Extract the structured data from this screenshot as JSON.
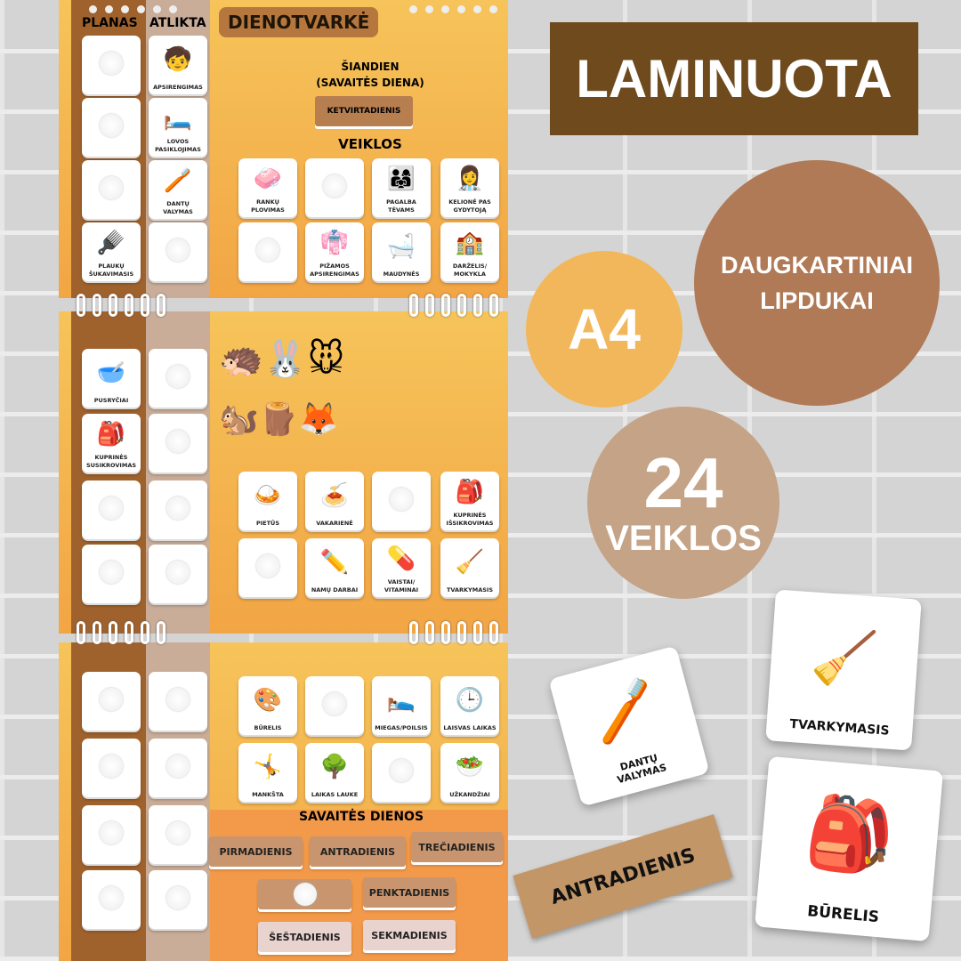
{
  "board": {
    "headers": {
      "plan": "PLANAS",
      "done": "ATLIKTA"
    },
    "title": "DIENOTVARKĖ",
    "today_label": "ŠIANDIEN\n(SAVAITĖS DIENA)",
    "today_value": "KETVIRTADIENIS",
    "activities_heading": "VEIKLOS",
    "weekdays_heading": "SAVAITĖS DIENOS",
    "top": {
      "plan": [
        null,
        null,
        null,
        {
          "label": "PLAUKŲ\nŠUKAVIMASIS",
          "icon": "🪮"
        }
      ],
      "done": [
        {
          "label": "APSIRENGIMAS",
          "icon": "🧒"
        },
        {
          "label": "LOVOS\nPASIKLOJIMAS",
          "icon": "🛏️"
        },
        {
          "label": "DANTŲ\nVALYMAS",
          "icon": "🪥"
        },
        null
      ],
      "grid": [
        [
          {
            "label": "RANKŲ\nPLOVIMAS",
            "icon": "🧼"
          },
          null,
          {
            "label": "PAGALBA\nTĖVAMS",
            "icon": "👨‍👩‍👧"
          },
          {
            "label": "KELIONĖ PAS\nGYDYTOJĄ",
            "icon": "👩‍⚕️"
          }
        ],
        [
          null,
          {
            "label": "PIŽAMOS\nAPSIRENGIMAS",
            "icon": "👘"
          },
          {
            "label": "MAUDYNĖS",
            "icon": "🛁"
          },
          {
            "label": "DARŽELIS/\nMOKYKLA",
            "icon": "🏫"
          }
        ]
      ]
    },
    "middle": {
      "plan": [
        {
          "label": "PUSRYČIAI",
          "icon": "🥣"
        },
        {
          "label": "KUPRINĖS\nSUSIKROVIMAS",
          "icon": "🎒"
        },
        null,
        null
      ],
      "done": [
        null,
        null,
        null,
        null
      ],
      "grid": [
        [
          {
            "label": "PIETŪS",
            "icon": "🍛"
          },
          {
            "label": "VAKARIENĖ",
            "icon": "🍝"
          },
          null,
          {
            "label": "KUPRINĖS\nIŠSIKROVIMAS",
            "icon": "🎒"
          }
        ],
        [
          null,
          {
            "label": "NAMŲ DARBAI",
            "icon": "✏️"
          },
          {
            "label": "VAISTAI/\nVITAMINAI",
            "icon": "💊"
          },
          {
            "label": "TVARKYMASIS",
            "icon": "🧹"
          }
        ]
      ]
    },
    "bottom": {
      "plan": [
        null,
        null,
        null,
        null
      ],
      "done": [
        null,
        null,
        null,
        null
      ],
      "grid": [
        [
          {
            "label": "BŪRELIS",
            "icon": "🎨"
          },
          null,
          {
            "label": "MIEGAS/POILSIS",
            "icon": "🛌"
          },
          {
            "label": "LAISVAS LAIKAS",
            "icon": "🕒"
          }
        ],
        [
          {
            "label": "MANKŠTA",
            "icon": "🤸"
          },
          {
            "label": "LAIKAS LAUKE",
            "icon": "🌳"
          },
          null,
          {
            "label": "UŽKANDŽIAI",
            "icon": "🥗"
          }
        ]
      ]
    },
    "weekdays": [
      "PIRMADIENIS",
      "ANTRADIENIS",
      "TREČIADIENIS",
      "",
      "PENKTADIENIS",
      "ŠEŠTADIENIS",
      "SEKMADIENIS"
    ]
  },
  "promo": {
    "laminated": "LAMINUOTA",
    "size": "A4",
    "reusable": "DAUGKARTINIAI\nLIPDUKAI",
    "count": "24",
    "count_label": "VEIKLOS",
    "sample_cards": [
      {
        "label": "DANTŲ\nVALYMAS",
        "icon": "🪥"
      },
      {
        "label": "TVARKYMASIS",
        "icon": "🧹"
      },
      {
        "label": "BŪRELIS",
        "icon": "🎒"
      }
    ],
    "sample_tag": "ANTRADIENIS"
  },
  "colors": {
    "brown_box": "#6e4a1d",
    "a4": "#f2b75a",
    "reusable": "#b07a56",
    "count": "#c5a387",
    "tag": "#c39667"
  }
}
